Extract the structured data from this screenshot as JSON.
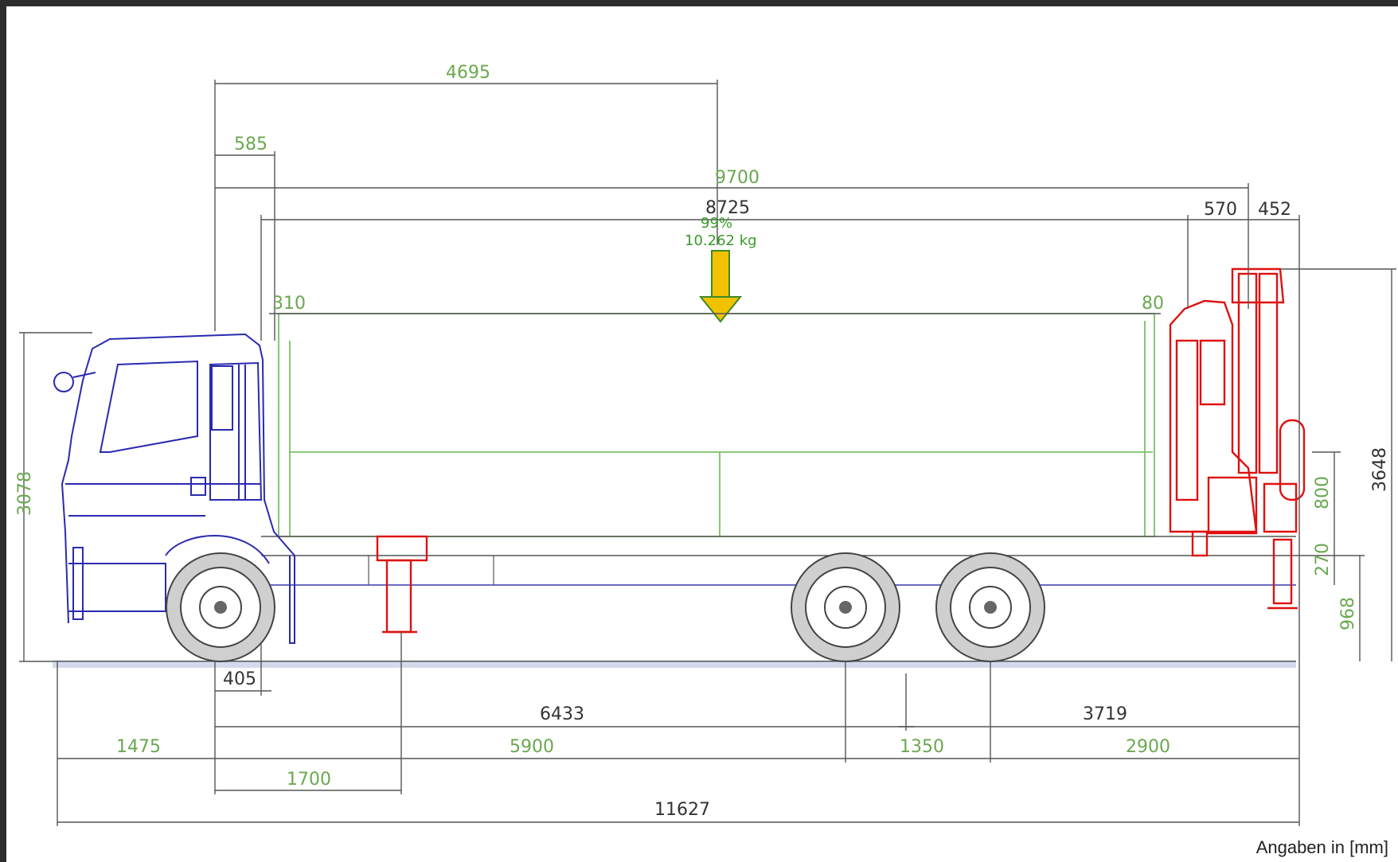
{
  "unit_note": "Angaben in [mm]",
  "load": {
    "percent": "99%",
    "weight": "10.262 kg",
    "color": "#f2c200"
  },
  "dimensions": {
    "top_4695": "4695",
    "top_585": "585",
    "top_9700": "9700",
    "top_8725": "8725",
    "top_570": "570",
    "top_452": "452",
    "body_310": "310",
    "body_80": "80",
    "left_3078": "3078",
    "right_3648": "3648",
    "right_800": "800",
    "right_270": "270",
    "right_968": "968",
    "bottom_405": "405",
    "bottom_6433": "6433",
    "bottom_3719": "3719",
    "bottom_1475": "1475",
    "bottom_5900": "5900",
    "bottom_1350": "1350",
    "bottom_2900": "2900",
    "bottom_1700": "1700",
    "bottom_11627": "11627"
  },
  "colors": {
    "cab": "#2a2ab0",
    "crane": "#e01010",
    "body_outline": "#7cbf6a",
    "dimension_text_green": "#6aa84f"
  }
}
